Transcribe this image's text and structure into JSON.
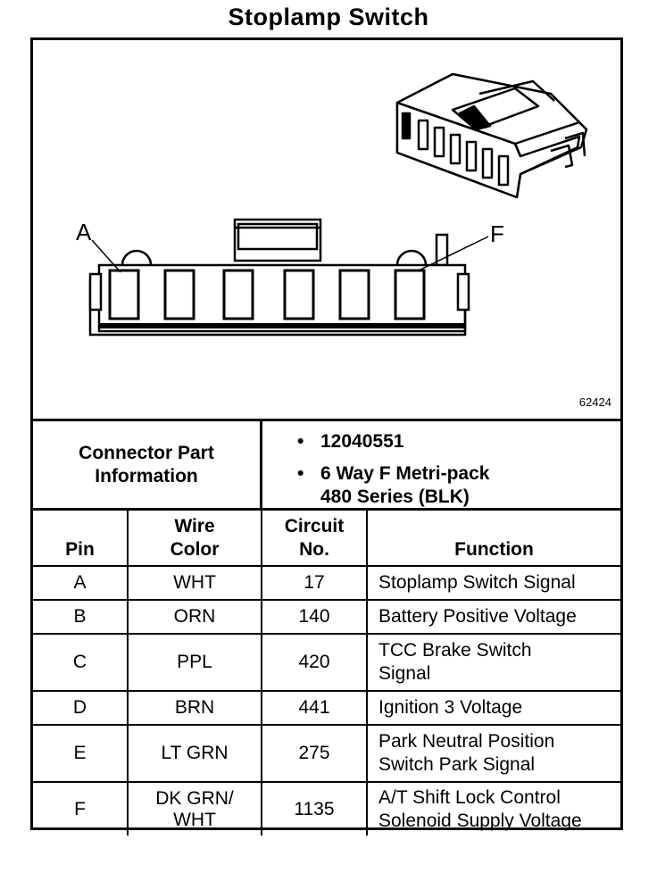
{
  "title": "Stoplamp Switch",
  "diagram": {
    "figure_number": "62424",
    "pin_label_left": "A",
    "pin_label_right": "F"
  },
  "connector_info": {
    "label_line1": "Connector Part",
    "label_line2": "Information",
    "part_number": "12040551",
    "description_line1": "6 Way F Metri-pack",
    "description_line2": "480 Series (BLK)"
  },
  "table": {
    "headers": {
      "pin": "Pin",
      "wire_color_line1": "Wire",
      "wire_color_line2": "Color",
      "circuit_line1": "Circuit",
      "circuit_line2": "No.",
      "function": "Function"
    },
    "rows": [
      {
        "pin": "A",
        "color_line1": "WHT",
        "color_line2": "",
        "circuit": "17",
        "function_line1": "Stoplamp Switch Signal",
        "function_line2": ""
      },
      {
        "pin": "B",
        "color_line1": "ORN",
        "color_line2": "",
        "circuit": "140",
        "function_line1": "Battery Positive Voltage",
        "function_line2": ""
      },
      {
        "pin": "C",
        "color_line1": "PPL",
        "color_line2": "",
        "circuit": "420",
        "function_line1": "TCC Brake Switch",
        "function_line2": "Signal"
      },
      {
        "pin": "D",
        "color_line1": "BRN",
        "color_line2": "",
        "circuit": "441",
        "function_line1": "Ignition 3 Voltage",
        "function_line2": ""
      },
      {
        "pin": "E",
        "color_line1": "LT GRN",
        "color_line2": "",
        "circuit": "275",
        "function_line1": "Park Neutral Position",
        "function_line2": "Switch Park Signal"
      },
      {
        "pin": "F",
        "color_line1": "DK GRN/",
        "color_line2": "WHT",
        "circuit": "1135",
        "function_line1": "A/T Shift Lock Control",
        "function_line2": "Solenoid Supply Voltage"
      }
    ]
  }
}
